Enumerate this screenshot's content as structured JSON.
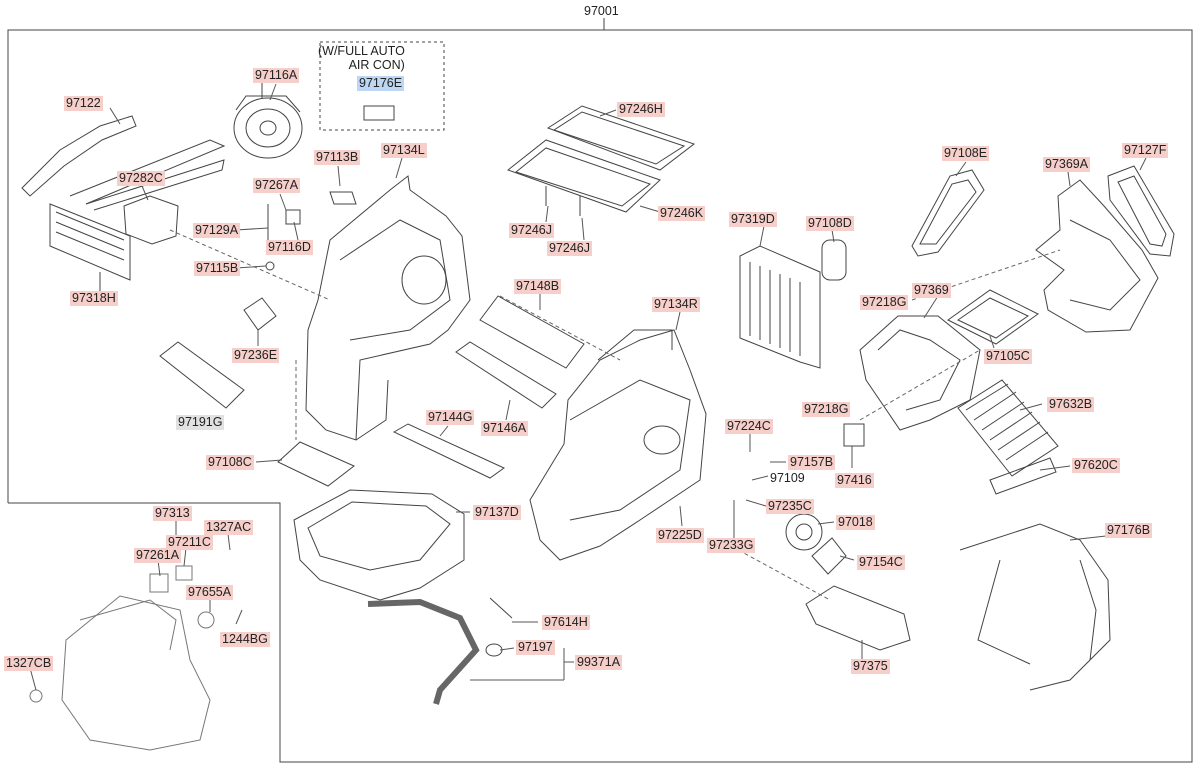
{
  "diagram": {
    "assembly_label": "97001",
    "option_note": "(W/FULL AUTO\n         AIR CON)",
    "highlight_color": "#bcd6f3",
    "label_color": "#f6cfca",
    "parts": [
      {
        "id": "97001"
      },
      {
        "id": "97116A"
      },
      {
        "id": "97122"
      },
      {
        "id": "97176E"
      },
      {
        "id": "97246H"
      },
      {
        "id": "97113B"
      },
      {
        "id": "97134L"
      },
      {
        "id": "97282C"
      },
      {
        "id": "97267A"
      },
      {
        "id": "97108E"
      },
      {
        "id": "97369A"
      },
      {
        "id": "97127F"
      },
      {
        "id": "97129A"
      },
      {
        "id": "97116D"
      },
      {
        "id": "97246J"
      },
      {
        "id": "97246K"
      },
      {
        "id": "97246J"
      },
      {
        "id": "97319D"
      },
      {
        "id": "97108D"
      },
      {
        "id": "97115B"
      },
      {
        "id": "97318H"
      },
      {
        "id": "97148B"
      },
      {
        "id": "97134R"
      },
      {
        "id": "97218G"
      },
      {
        "id": "97369"
      },
      {
        "id": "97236E"
      },
      {
        "id": "97105C"
      },
      {
        "id": "97632B"
      },
      {
        "id": "97218G"
      },
      {
        "id": "97191G"
      },
      {
        "id": "97144G"
      },
      {
        "id": "97146A"
      },
      {
        "id": "97224C"
      },
      {
        "id": "97108C"
      },
      {
        "id": "97157B"
      },
      {
        "id": "97109"
      },
      {
        "id": "97416"
      },
      {
        "id": "97620C"
      },
      {
        "id": "97235C"
      },
      {
        "id": "97313"
      },
      {
        "id": "97137D"
      },
      {
        "id": "1327AC"
      },
      {
        "id": "97018"
      },
      {
        "id": "97211C"
      },
      {
        "id": "97176B"
      },
      {
        "id": "97225D"
      },
      {
        "id": "97261A"
      },
      {
        "id": "97233G"
      },
      {
        "id": "97154C"
      },
      {
        "id": "97655A"
      },
      {
        "id": "97614H"
      },
      {
        "id": "1244BG"
      },
      {
        "id": "97197"
      },
      {
        "id": "1327CB"
      },
      {
        "id": "99371A"
      },
      {
        "id": "97375"
      }
    ]
  }
}
